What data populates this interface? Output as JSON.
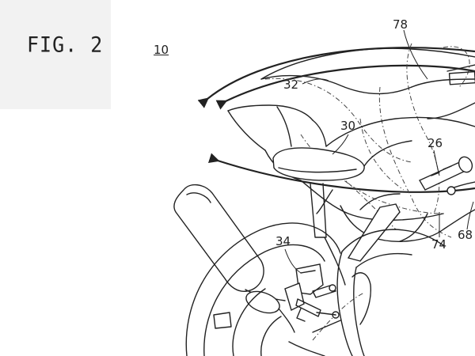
{
  "figure": {
    "title": "FIG. 2",
    "ref_number": "10"
  },
  "labels": {
    "l78": "78",
    "l32": "32",
    "l30": "30",
    "l26": "26",
    "l34": "34",
    "l74": "74",
    "l68": "68"
  }
}
